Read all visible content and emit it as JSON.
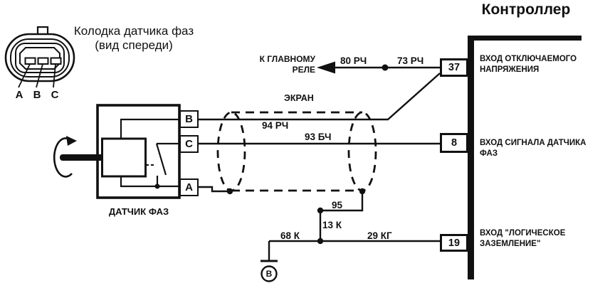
{
  "connector_view": {
    "title_line1": "Колодка датчика фаз",
    "title_line2": "(вид спереди)",
    "pin_a": "A",
    "pin_b": "B",
    "pin_c": "C"
  },
  "sensor": {
    "label": "ДАТЧИК ФАЗ",
    "terminal_top": "B",
    "terminal_middle": "C",
    "terminal_bottom": "A"
  },
  "shield": {
    "label": "ЭКРАН"
  },
  "relay": {
    "label": "К ГЛАВНОМУ РЕЛЕ"
  },
  "ground": {
    "label": "B"
  },
  "wires": {
    "w80": "80 РЧ",
    "w73": "73 РЧ",
    "w94": "94 РЧ",
    "w93": "93 БЧ",
    "w95": "95",
    "w13": "13 К",
    "w68": "68 К",
    "w29": "29 КГ"
  },
  "controller": {
    "title": "Контроллер",
    "pin37": {
      "number": "37",
      "label": "ВХОД ОТКЛЮЧАЕМОГО НАПРЯЖЕНИЯ"
    },
    "pin8": {
      "number": "8",
      "label": "ВХОД СИГНАЛА ДАТЧИКА ФАЗ"
    },
    "pin19": {
      "number": "19",
      "label": "ВХОД \"ЛОГИЧЕСКОЕ ЗАЗЕМЛЕНИЕ\""
    }
  },
  "colors": {
    "line": "#111111",
    "background": "#ffffff"
  }
}
